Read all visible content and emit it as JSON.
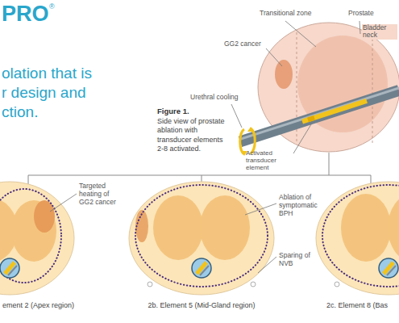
{
  "diagram": {
    "labels": [
      "PRO",
      "®",
      "olation that is",
      "r design and",
      "ction.",
      "Figure 1.",
      "Side view of prostate ablation with transducer elements 2-8 activated.",
      "Transitional zone",
      "Prostate",
      "GG2 cancer",
      "Bladder neck",
      "Urethral cooling",
      "Activated transducer element",
      "Targeted heating of GG2 cancer",
      "Ablation of symptomatic BPH",
      "Sparing of NVB",
      "ement 2 (Apex region)",
      "2b. Element 5 (Mid-Gland region)",
      "2c. Element 8 (Bas"
    ]
  }
}
